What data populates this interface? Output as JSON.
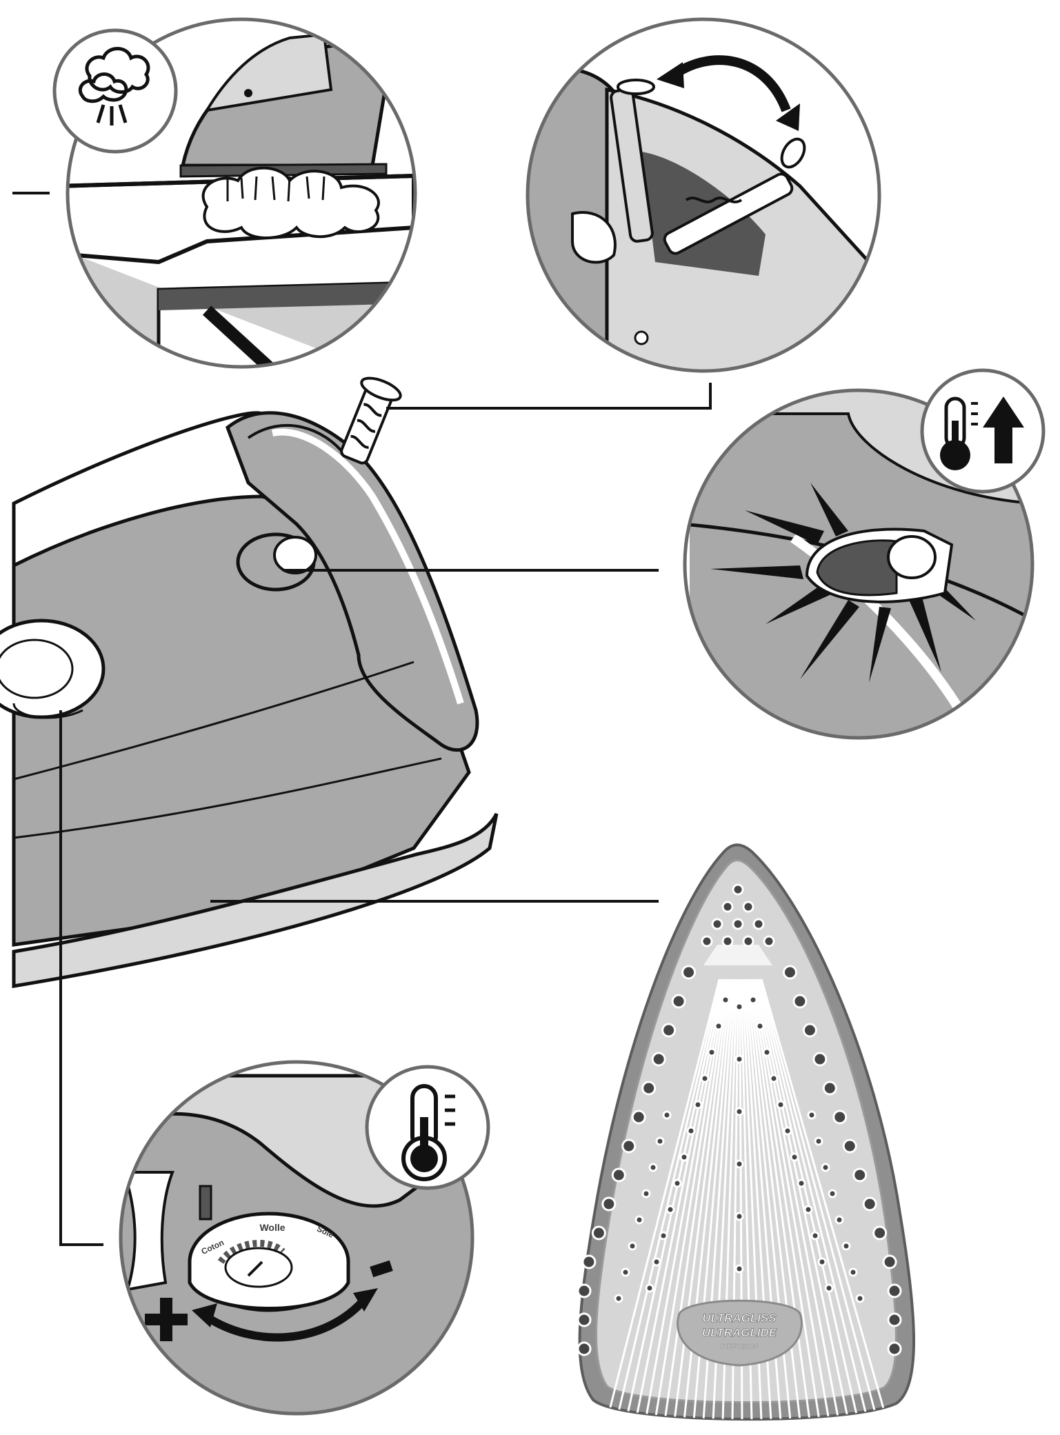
{
  "soleplate": {
    "logo_line1": "ULTRAGLISS",
    "logo_line2": "ULTRAGLIDE",
    "logo_line3": "DIFFUSION"
  },
  "dial": {
    "label_top": "Wolle",
    "label_left": "Coton",
    "label_right": "Soie"
  },
  "icons": [
    "steam-cloud-icon",
    "thermometer-up-icon",
    "thermometer-icon"
  ],
  "colors": {
    "ink": "#111111",
    "mid_gray": "#a9a9a9",
    "light_gray": "#d9d9d9",
    "dark_gray": "#555555",
    "white": "#ffffff"
  }
}
